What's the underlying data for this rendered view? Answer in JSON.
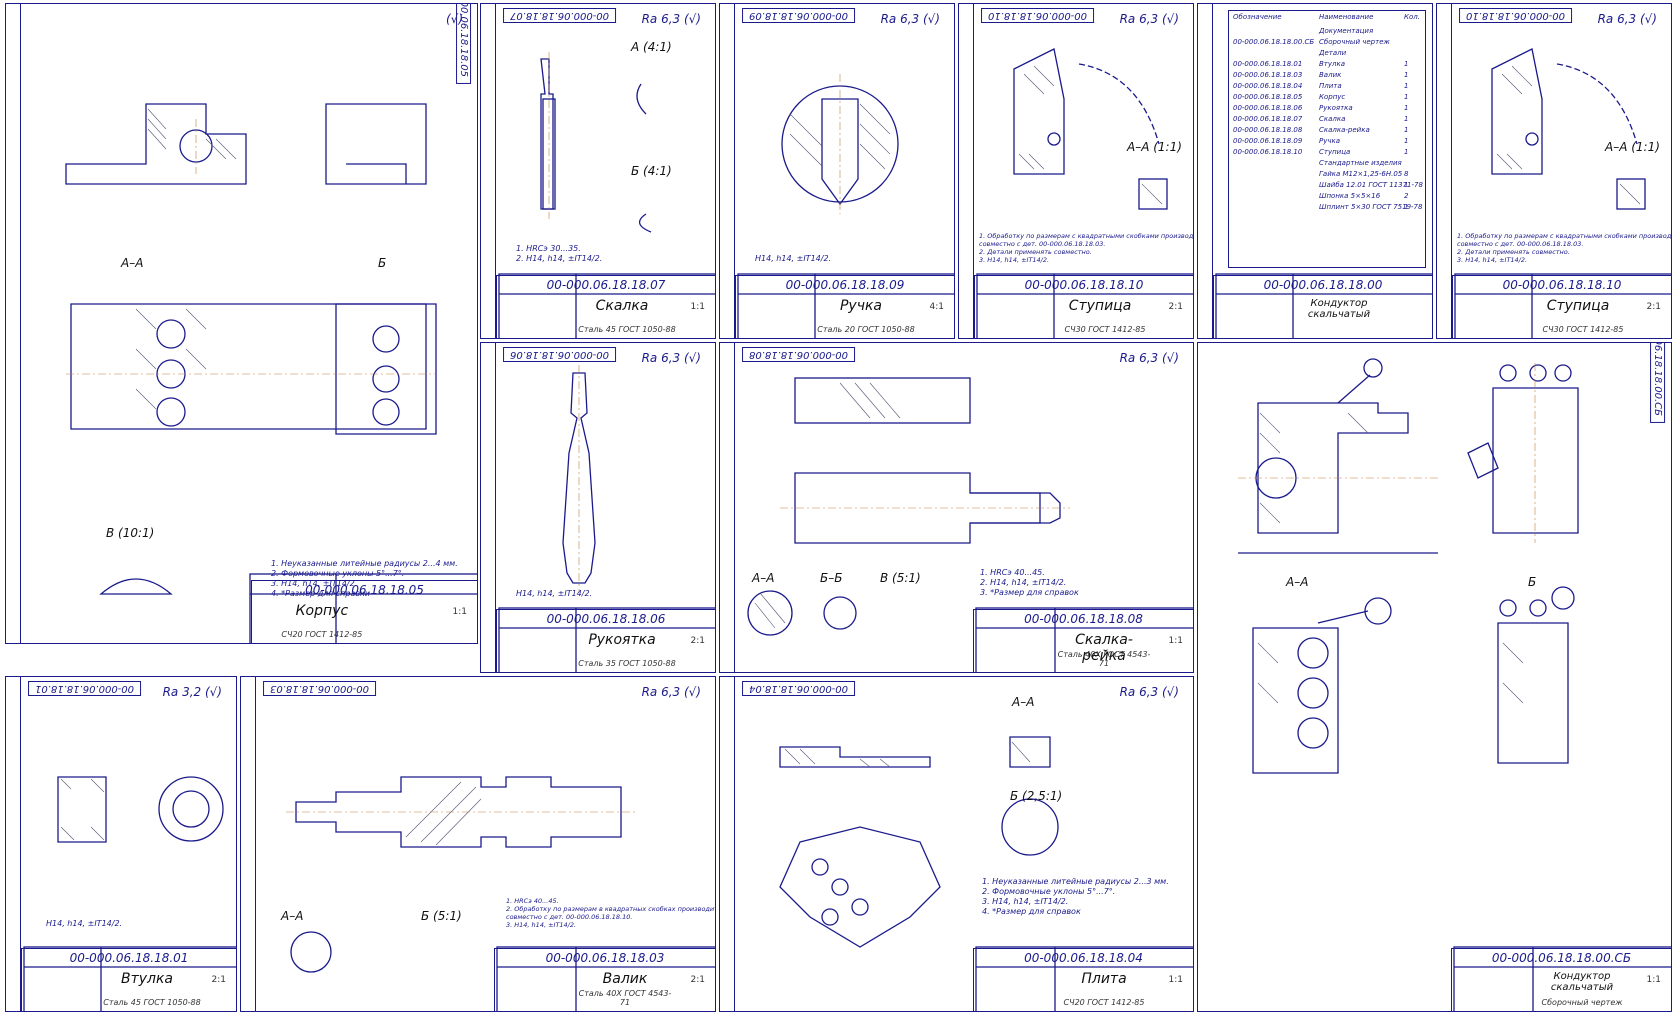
{
  "sheets": {
    "korpus": {
      "code": "00-000.06.18.18.05",
      "name": "Корпус",
      "material": "СЧ20 ГОСТ 1412-85",
      "scale": "1:1",
      "roughness": "(√)",
      "view_aa": "А–А",
      "view_b": "Б",
      "view_v": "В (10:1)",
      "notes": "1. Неуказанные литейные радиусы 2...4 мм.\n2. Формовочные уклоны 5°...7°.\n3. Н14, h14, ±IT14/2.\n4. *Размер для справки"
    },
    "skalka": {
      "code": "00-000.06.18.18.07",
      "name": "Скалка",
      "material": "Сталь 45 ГОСТ 1050-88",
      "scale": "1:1",
      "roughness": "Ra 6,3 (√)",
      "view_a": "А (4:1)",
      "view_b": "Б (4:1)",
      "notes": "1. HRCэ 30...35.\n2. Н14, h14, ±IT14/2."
    },
    "ruchka": {
      "code": "00-000.06.18.18.09",
      "name": "Ручка",
      "material": "Сталь 20 ГОСТ 1050-88",
      "scale": "4:1",
      "roughness": "Ra 6,3 (√)",
      "notes": "Н14, h14, ±IT14/2."
    },
    "stupitsa1": {
      "code": "00-000.06.18.18.10",
      "name": "Ступица",
      "material": "СЧ30 ГОСТ 1412-85",
      "scale": "2:1",
      "roughness": "Ra 6,3 (√)",
      "view_aa": "А–А (1:1)",
      "notes": "1. Обработку по размерам с квадратными скобками производить\nсовместно с дет. 00-000.06.18.18.03.\n2. Детали применять совместно.\n3. Н14, h14, ±IT14/2."
    },
    "spec": {
      "code": "00-000.06.18.18.00",
      "name": "Кондуктор скальчатый",
      "headers": [
        "Обозначение",
        "Наименование",
        "Кол."
      ],
      "rows": [
        [
          "",
          "Документация",
          ""
        ],
        [
          "00-000.06.18.18.00.СБ",
          "Сборочный чертеж",
          ""
        ],
        [
          "",
          "Детали",
          ""
        ],
        [
          "00-000.06.18.18.01",
          "Втулка",
          "1"
        ],
        [
          "00-000.06.18.18.03",
          "Валик",
          "1"
        ],
        [
          "00-000.06.18.18.04",
          "Плита",
          "1"
        ],
        [
          "00-000.06.18.18.05",
          "Корпус",
          "1"
        ],
        [
          "00-000.06.18.18.06",
          "Рукоятка",
          "1"
        ],
        [
          "00-000.06.18.18.07",
          "Скалка",
          "1"
        ],
        [
          "00-000.06.18.18.08",
          "Скалка-рейка",
          "1"
        ],
        [
          "00-000.06.18.18.09",
          "Ручка",
          "1"
        ],
        [
          "00-000.06.18.18.10",
          "Ступица",
          "1"
        ],
        [
          "",
          "Стандартные изделия",
          ""
        ],
        [
          "",
          "Гайка М12×1,25-6Н.05",
          "8"
        ],
        [
          "",
          "Шайба 12.01 ГОСТ 11371-78",
          "1"
        ],
        [
          "",
          "Шпонка 5×5×16",
          "2"
        ],
        [
          "",
          "Шплинт 5×30 ГОСТ 7519-78",
          "1"
        ]
      ]
    },
    "stupitsa2": {
      "code": "00-000.06.18.18.10",
      "name": "Ступица",
      "material": "СЧ30 ГОСТ 1412-85",
      "scale": "2:1",
      "roughness": "Ra 6,3 (√)",
      "view_aa": "А–А (1:1)",
      "notes": "1. Обработку по размерам с квадратными скобками производить\nсовместно с дет. 00-000.06.18.18.03.\n2. Детали применять совместно.\n3. Н14, h14, ±IT14/2."
    },
    "rukoyatka": {
      "code": "00-000.06.18.18.06",
      "name": "Рукоятка",
      "material": "Сталь 35 ГОСТ 1050-88",
      "scale": "2:1",
      "roughness": "Ra 6,3 (√)",
      "notes": "Н14, h14, ±IT14/2."
    },
    "skalka_reika": {
      "code": "00-000.06.18.18.08",
      "name": "Скалка-рейка",
      "material": "Сталь 40Х ГОСТ 4543-71",
      "scale": "1:1",
      "roughness": "Ra 6,3 (√)",
      "view_aa": "А–А",
      "view_bb": "Б–Б",
      "view_v": "В (5:1)",
      "notes": "1. HRCэ 40...45.\n2. Н14, h14, ±IT14/2.\n3. *Размер для справок"
    },
    "assembly": {
      "code": "00-000.06.18.18.00.СБ",
      "name": "Кондуктор скальчатый",
      "subtitle": "Сборочный чертеж",
      "scale": "1:1",
      "view_aa": "А–А",
      "view_b": "Б"
    },
    "vtulka": {
      "code": "00-000.06.18.18.01",
      "name": "Втулка",
      "material": "Сталь 45 ГОСТ 1050-88",
      "scale": "2:1",
      "roughness": "Ra 3,2 (√)",
      "notes": "Н14, h14, ±IT14/2."
    },
    "valik": {
      "code": "00-000.06.18.18.03",
      "name": "Валик",
      "material": "Сталь 40Х ГОСТ 4543-71",
      "scale": "2:1",
      "roughness": "Ra 6,3 (√)",
      "view_aa": "А–А",
      "view_b": "Б (5:1)",
      "notes": "1. HRCэ 40...45.\n2. Обработку по размерам в квадратных скобках производить\nсовместно с дет. 00-000.06.18.18.10.\n3. Н14, h14, ±IT14/2."
    },
    "plita": {
      "code": "00-000.06.18.18.04",
      "name": "Плита",
      "material": "СЧ20 ГОСТ 1412-85",
      "scale": "1:1",
      "roughness": "Ra 6,3 (√)",
      "view_aa": "А–А",
      "view_b": "Б (2,5:1)",
      "notes": "1. Неуказанные литейные радиусы 2...3 мм.\n2. Формовочные уклоны 5°...7°.\n3. Н14, h14, ±IT14/2.\n4. *Размер для справок"
    }
  },
  "colors": {
    "line": "#1a1a8c",
    "hatch": "#555577",
    "center": "#c08040"
  }
}
